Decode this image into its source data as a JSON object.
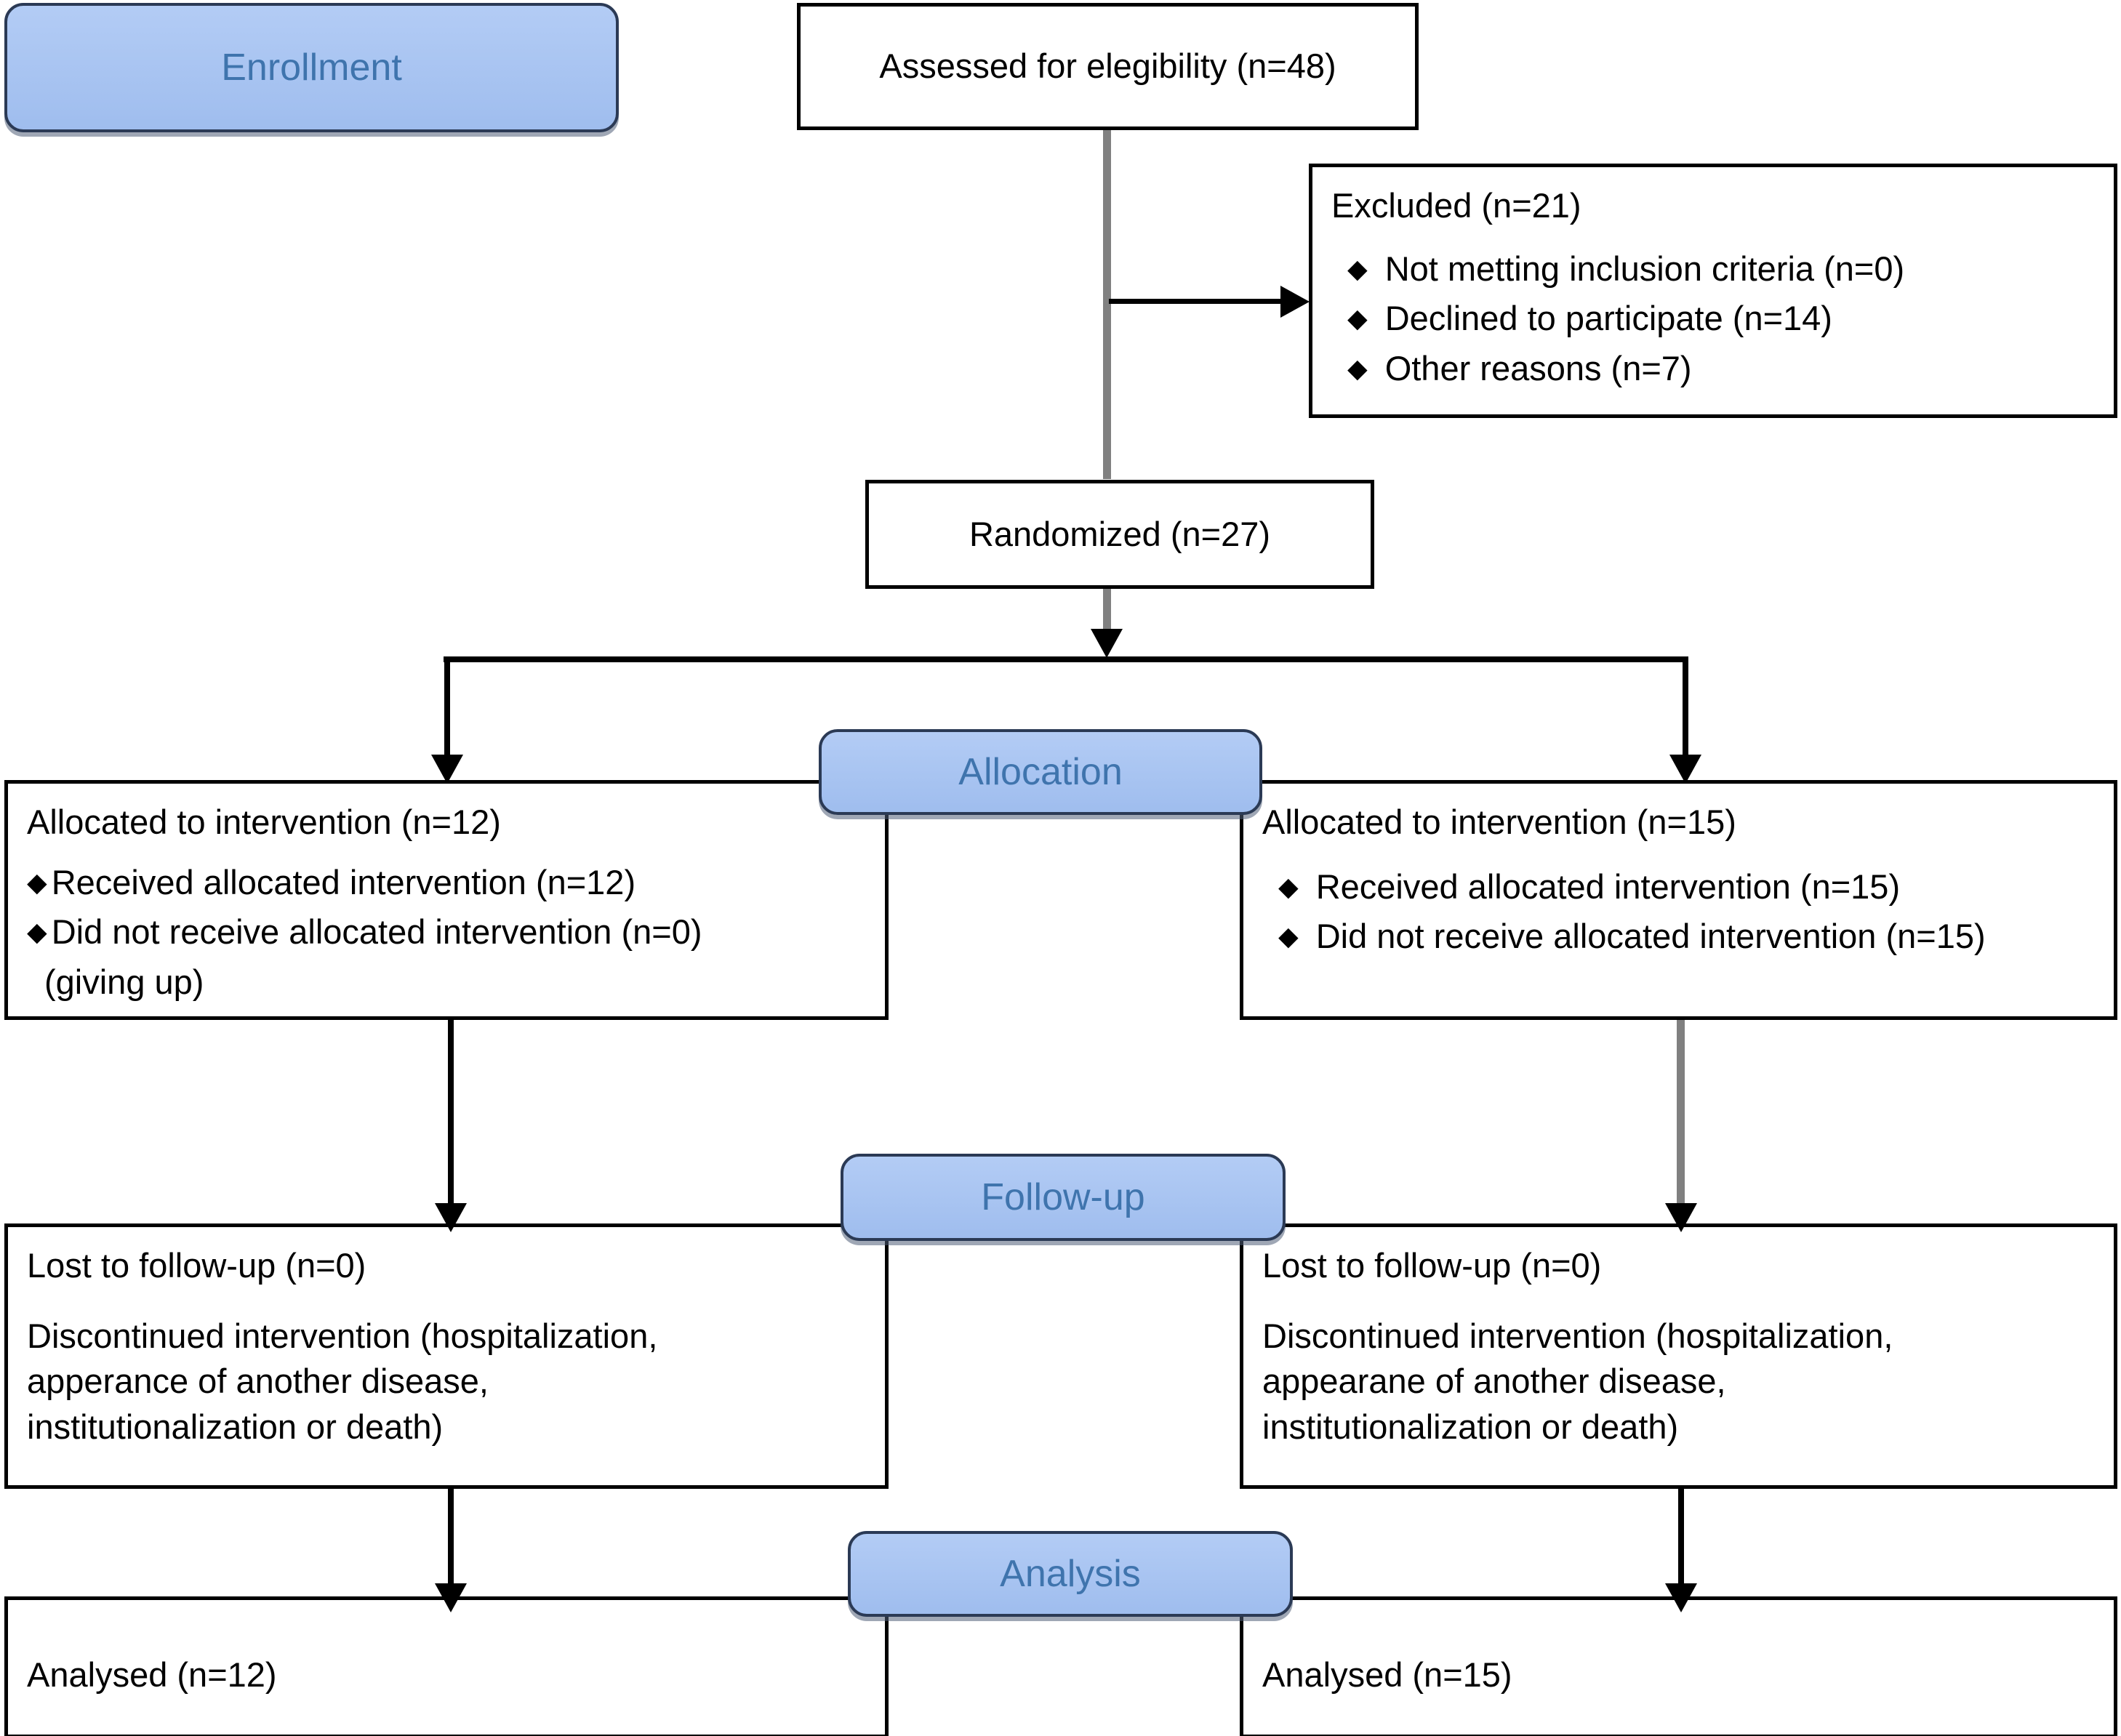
{
  "diagram": {
    "type": "consort-flow-diagram",
    "accent_color": "#a8c4f0",
    "badge_text_color": "#3f74ad",
    "line_color": "#000000",
    "secondary_line_color": "#808080",
    "bullet_glyph": "♦"
  },
  "stages": {
    "enrollment": "Enrollment",
    "allocation": "Allocation",
    "followup": "Follow-up",
    "analysis": "Analysis"
  },
  "enrollment": {
    "assessed": "Assessed for elegibility (n=48)",
    "excluded_title": "Excluded (n=21)",
    "excluded_reasons": [
      "Not metting inclusion criteria (n=0)",
      "Declined to participate (n=14)",
      "Other reasons (n=7)"
    ],
    "randomized": "Randomized (n=27)"
  },
  "allocation": {
    "left": {
      "title": "Allocated to intervention (n=12)",
      "bullets": [
        "Received allocated intervention (n=12)",
        "Did not receive allocated intervention (n=0)"
      ],
      "sub_note": "(giving up)"
    },
    "right": {
      "title": "Allocated to intervention (n=15)",
      "bullets": [
        "Received allocated intervention (n=15)",
        "Did not receive allocated intervention (n=15)"
      ]
    }
  },
  "followup": {
    "left": {
      "lost": "Lost to follow-up (n=0)",
      "discontinued_lines": [
        "Discontinued intervention (hospitalization,",
        "apperance of another disease,",
        "institutionalization or death)"
      ]
    },
    "right": {
      "lost": "Lost to follow-up (n=0)",
      "discontinued_lines": [
        "Discontinued intervention (hospitalization,",
        "appearane of another disease,",
        "institutionalization or death)"
      ]
    }
  },
  "analysis": {
    "left": "Analysed (n=12)",
    "right": "Analysed (n=15)"
  }
}
